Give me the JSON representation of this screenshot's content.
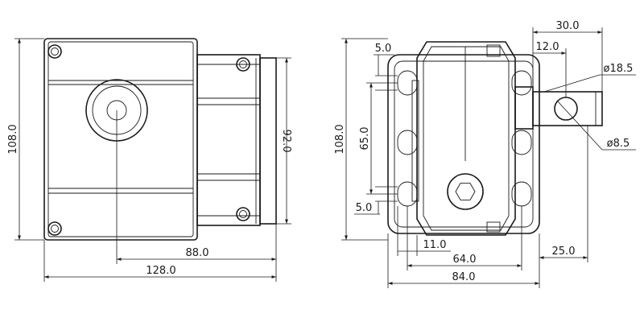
{
  "front_view": {
    "dimensions": {
      "height": "108.0",
      "width": "128.0",
      "boss_offset": "88.0",
      "flange_height": "92.0"
    }
  },
  "side_view": {
    "dimensions": {
      "height": "108.0",
      "width": "84.0",
      "hole_spacing_inner": "64.0",
      "hole_offset": "11.0",
      "shaft_length": "30.0",
      "shaft_offset": "12.0",
      "hole_diameter_large": "ø18.5",
      "hole_diameter_small": "ø8.5",
      "slot_spacing": "65.0",
      "slot_width_top": "5.0",
      "slot_width_bottom": "5.0",
      "shaft_projection": "25.0"
    }
  },
  "colors": {
    "line": "#1a1a1a",
    "background": "#ffffff"
  }
}
